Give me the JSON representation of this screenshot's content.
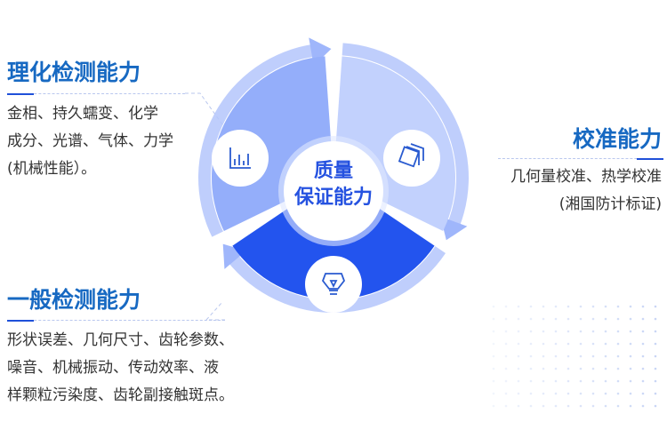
{
  "center": {
    "line1": "质量",
    "line2": "保证能力"
  },
  "sections": [
    {
      "title": "理化检测能力",
      "lines": [
        "金相、持久蠕变、化学",
        "成分、光谱、气体、力学",
        "(机械性能）。"
      ],
      "icon": "bar-chart-icon"
    },
    {
      "title": "校准能力",
      "lines": [
        "几何量校准、热学校准",
        "(湘国防计标证)"
      ],
      "icon": "documents-icon"
    },
    {
      "title": "一般检测能力",
      "lines": [
        "形状误差、几何尺寸、齿轮参数、",
        "噪音、机械振动、传动效率、液",
        "样颗粒污染度、齿轮副接触斑点。"
      ],
      "icon": "lightbulb-icon"
    }
  ],
  "colors": {
    "title": "#1769c2",
    "sector_left": "#94aefa",
    "sector_right": "#c2d1fd",
    "sector_bottom": "#2354ee",
    "center_text": "#2552e0"
  }
}
